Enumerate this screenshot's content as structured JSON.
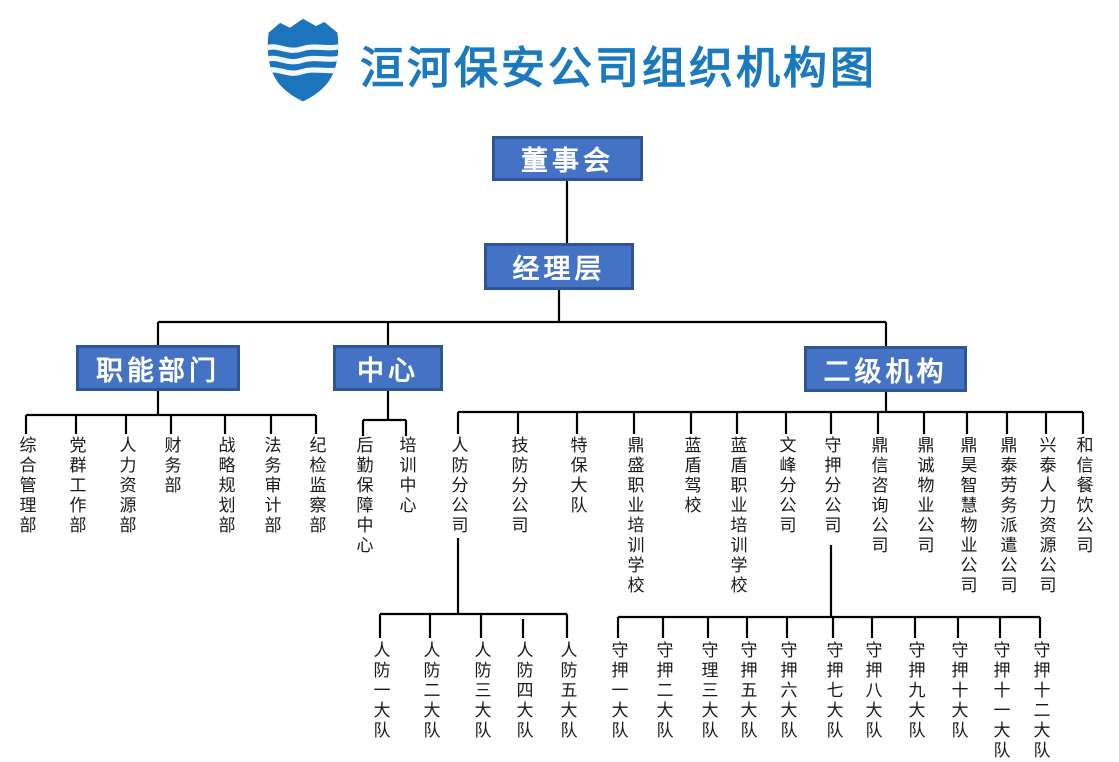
{
  "title": "洹河保安公司组织机构图",
  "org": {
    "root": "董事会",
    "management": "经理层",
    "branches": [
      {
        "label": "职能部门",
        "children": [
          "综合管理部",
          "党群工作部",
          "人力资源部",
          "财务部",
          "战略规划部",
          "法务审计部",
          "纪检监察部"
        ]
      },
      {
        "label": "中心",
        "children": [
          "后勤保障中心",
          "培训中心"
        ]
      },
      {
        "label": "二级机构",
        "children": [
          "人防分公司",
          "技防分公司",
          "特保大队",
          "鼎盛职业培训学校",
          "蓝盾驾校",
          "蓝盾职业培训学校",
          "文峰分公司",
          "守押分公司",
          "鼎信咨询公司",
          "鼎诚物业公司",
          "鼎昊智慧物业公司",
          "鼎泰劳务派遣公司",
          "兴泰人力资源公司",
          "和信餐饮公司"
        ]
      }
    ],
    "renfang_teams": [
      "人防一大队",
      "人防二大队",
      "人防三大队",
      "人防四大队",
      "人防五大队"
    ],
    "shouya_teams": [
      "守押一大队",
      "守押二大队",
      "守理三大队",
      "守押五大队",
      "守押六大队",
      "守押七大队",
      "守押八大队",
      "守押九大队",
      "守押十大队",
      "守押十一大队",
      "守押十二大队"
    ],
    "colors": {
      "box_fill": "#4472c4",
      "box_border": "#2f5597",
      "title_blue": "#1b7abe",
      "line": "#000000"
    }
  }
}
